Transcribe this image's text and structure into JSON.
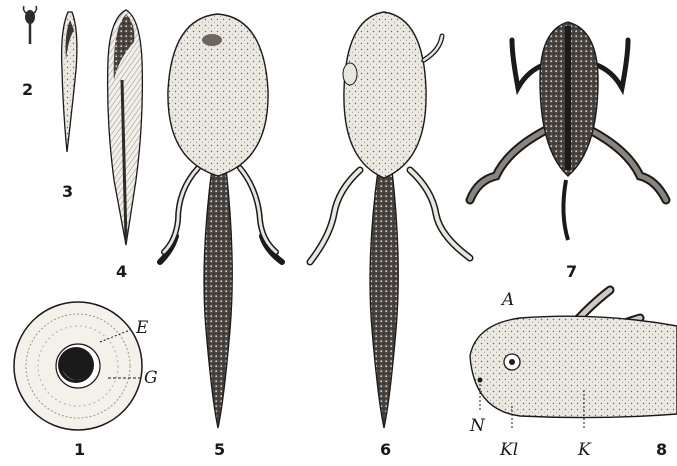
{
  "figure_numbers": {
    "fig1": "1",
    "fig2": "2",
    "fig3": "3",
    "fig4": "4",
    "fig5": "5",
    "fig6": "6",
    "fig7": "7",
    "fig8": "8"
  },
  "labels": {
    "egg_envelope": "E",
    "egg_jelly": "G",
    "head_region": "A",
    "nostril": "N",
    "gill_slit": "Kl",
    "external_gills": "K"
  },
  "style": {
    "ink": "#1a1a1a",
    "paper": "#ffffff",
    "body_fill": "#e9e6df",
    "dark_fill": "#2e2b28"
  }
}
